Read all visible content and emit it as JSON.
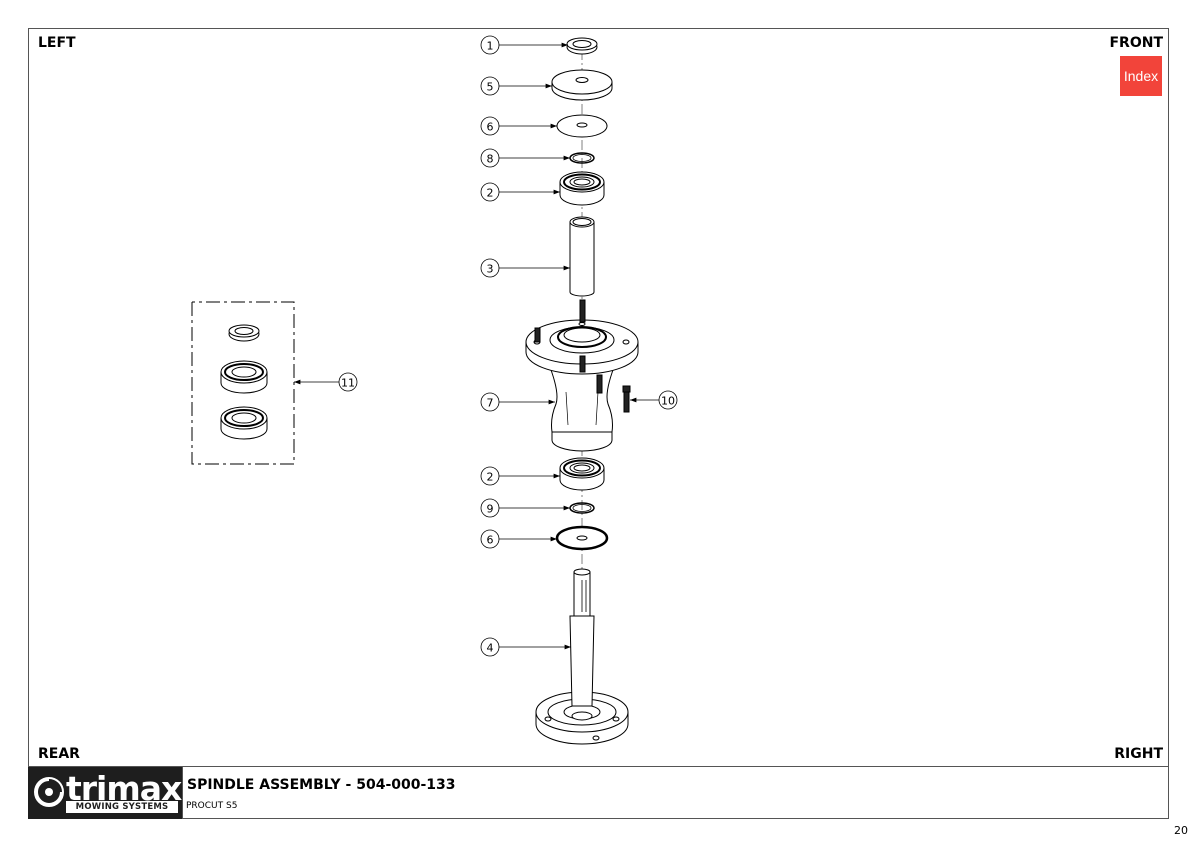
{
  "corners": {
    "left": "LEFT",
    "front": "FRONT",
    "rear": "REAR",
    "right": "RIGHT"
  },
  "index_button": "Index",
  "title_block": {
    "logo_word": "trimax",
    "logo_tag": "MOWING SYSTEMS",
    "title": "SPINDLE ASSEMBLY - 504-000-133",
    "subtitle": "PROCUT S5"
  },
  "callouts": [
    "1",
    "5",
    "6",
    "8",
    "2",
    "3",
    "7",
    "10",
    "2",
    "9",
    "6",
    "4",
    "11"
  ],
  "page_number": "20",
  "colors": {
    "index_accent": "#f2443a",
    "logo_background": "#1e1e1e"
  }
}
